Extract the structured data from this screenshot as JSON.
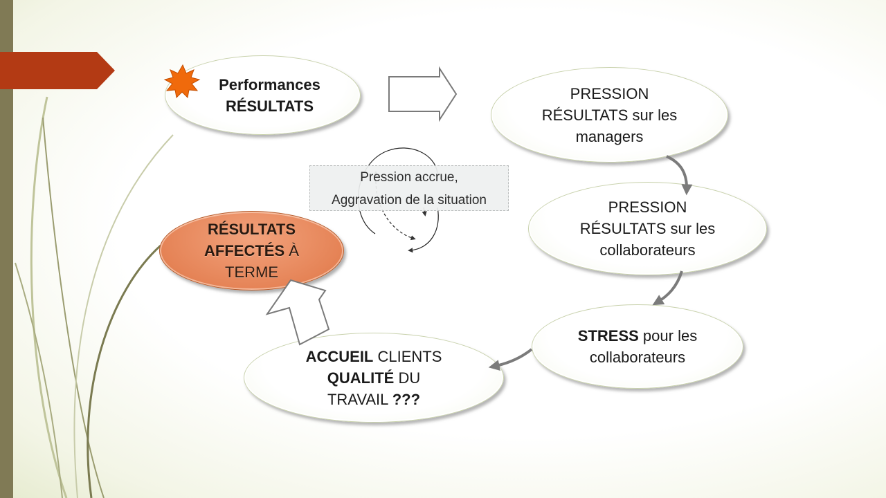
{
  "diagram": {
    "node_performances": {
      "line1": "Performances",
      "line2": "RÉSULTATS"
    },
    "node_pression_managers": {
      "line1": "PRESSION",
      "line2": "RÉSULTATS  sur les",
      "line3": "managers"
    },
    "node_pression_collaborateurs": {
      "line1": "PRESSION",
      "line2": "RÉSULTATS  sur les",
      "line3": "collaborateurs"
    },
    "node_stress": {
      "line1_bold": "STRESS",
      "line1_rest": " pour les",
      "line2": "collaborateurs"
    },
    "node_accueil": {
      "line1_bold": "ACCUEIL",
      "line1_rest": " CLIENTS",
      "line2_bold": "QUALITÉ",
      "line2_rest": " DU",
      "line3_rest": "TRAVAIL ",
      "line3_bold": "???"
    },
    "node_resultats_affectes": {
      "line1": "RÉSULTATS",
      "line2_bold": "AFFECTÉS",
      "line2_rest": " À",
      "line3": "TERME"
    },
    "cycle_label": {
      "line1": "Pression  accrue,",
      "line2": "Aggravation  de la situation"
    }
  },
  "colors": {
    "accent_orange": "#e58356",
    "starburst": "#f06a0c",
    "red_tab": "#b33a14",
    "left_bar": "#807a55",
    "arrow_gray": "#7b7b7b"
  },
  "icons": {
    "starburst": "starburst-icon",
    "block_arrow_right": "block-arrow-right-icon",
    "block_arrow_up": "block-arrow-up-icon",
    "cycle_arrows": "circular-arrows-icon"
  }
}
